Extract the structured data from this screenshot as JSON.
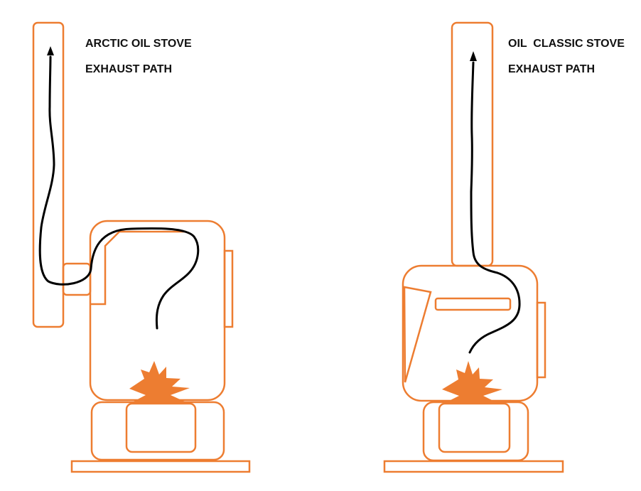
{
  "colors": {
    "stove": "#ED7D31",
    "path": "#000000",
    "background": "#FFFFFF",
    "text": "#111111"
  },
  "diagrams": [
    {
      "title_line1": "ARCTIC OIL STOVE",
      "title_line2": "EXHAUST PATH"
    },
    {
      "title_line1": "OIL  CLASSIC STOVE",
      "title_line2": "EXHAUST PATH"
    }
  ],
  "icons": {
    "flame": "flame-icon",
    "arrowhead": "arrowhead-icon"
  }
}
